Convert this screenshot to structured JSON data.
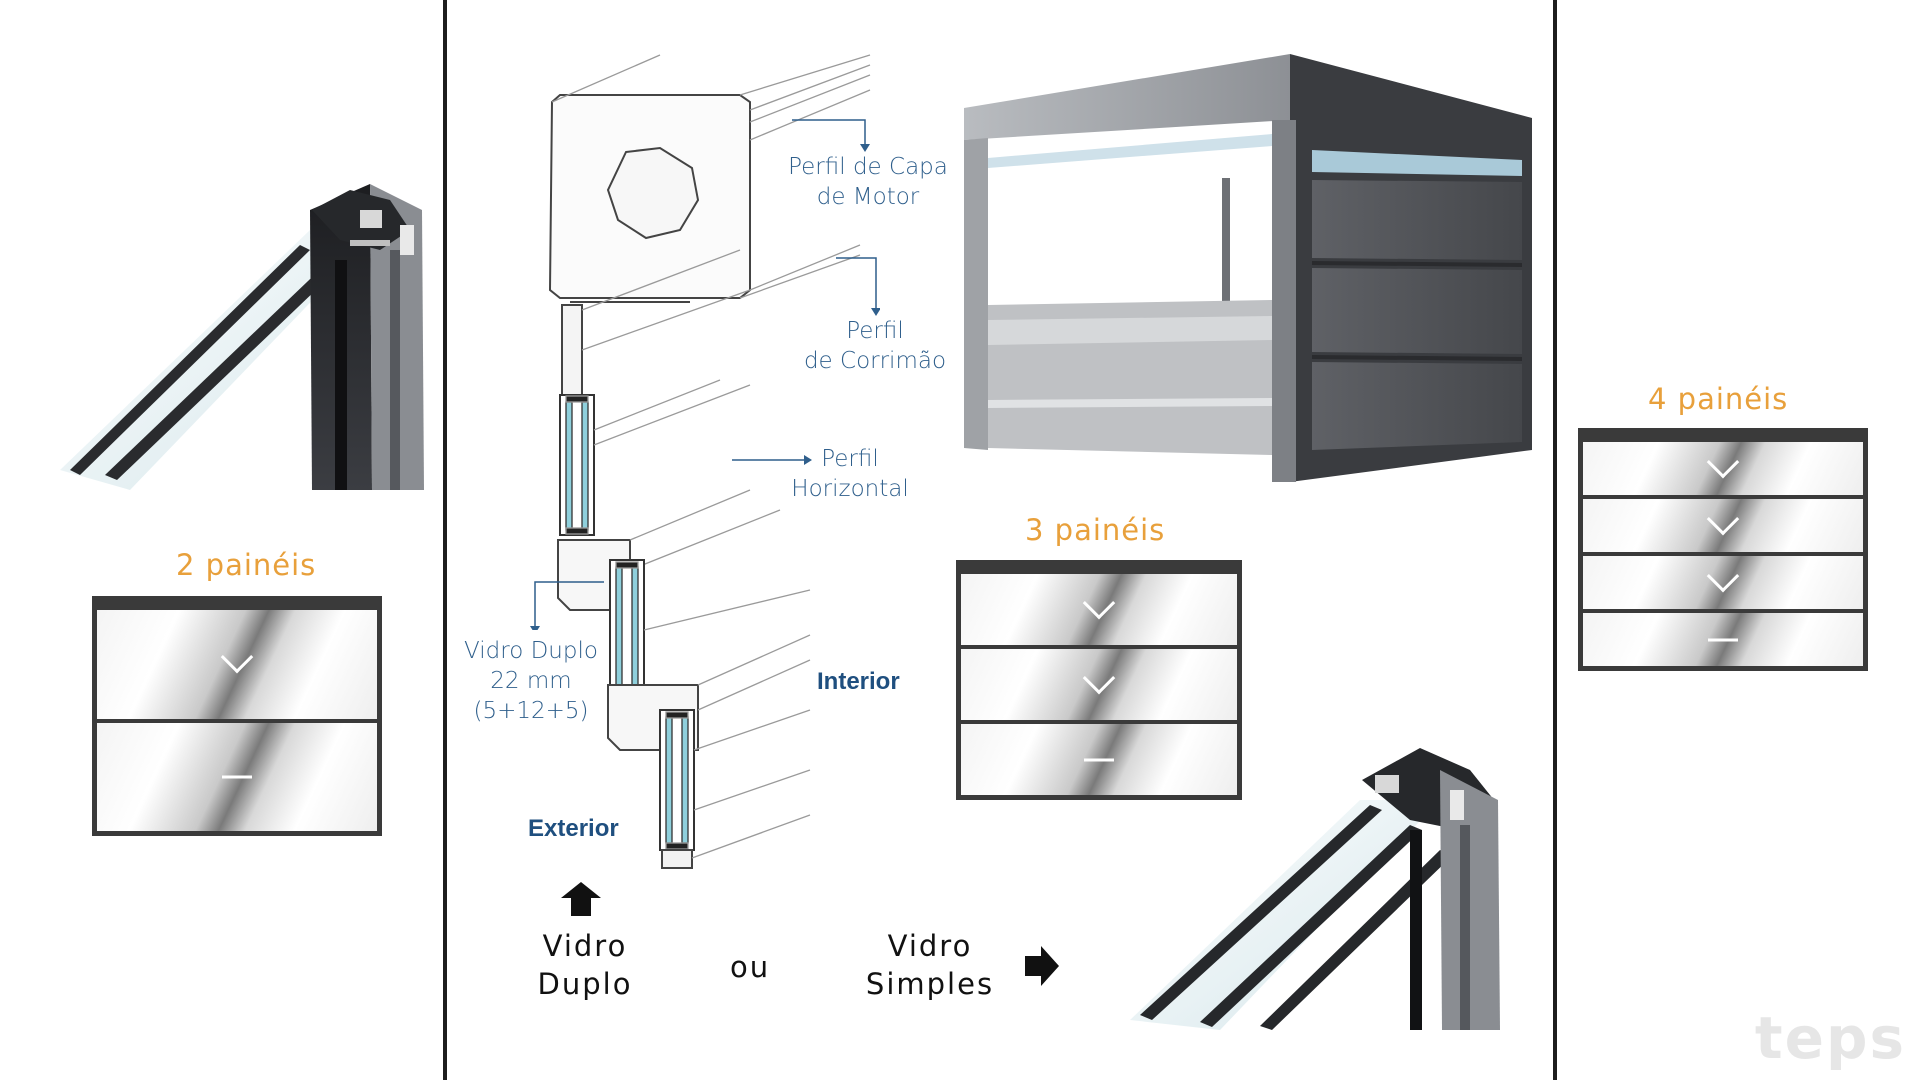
{
  "labels": {
    "motor_cover": [
      "Perfil de Capa",
      "de Motor"
    ],
    "handrail": [
      "Perfil",
      "de Corrimão"
    ],
    "horizontal": [
      "Perfil",
      "Horizontal"
    ],
    "glass": [
      "Vidro Duplo",
      "22 mm",
      "(5+12+5)"
    ],
    "interior": "Interior",
    "exterior": "Exterior"
  },
  "panels": {
    "two": "2 painéis",
    "three": "3 painéis",
    "four": "4 painéis"
  },
  "options": {
    "double": [
      "Vidro",
      "Duplo"
    ],
    "or": "ou",
    "single": [
      "Vidro",
      "Simples"
    ]
  },
  "watermark": "teps",
  "colors": {
    "accent_orange": "#e8a03b",
    "label_blue": "#2f5f8c",
    "glass_cyan": "#8fd0dc",
    "frame_dark": "#2d2f33"
  }
}
